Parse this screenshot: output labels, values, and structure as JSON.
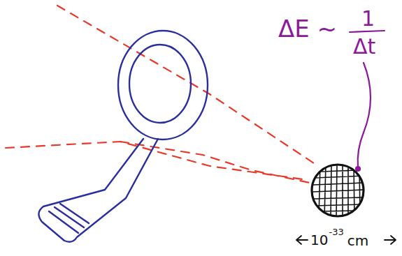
{
  "diagram": {
    "labels": [
      "ΔE ~",
      "1",
      "Δt",
      "10",
      "-33",
      "cm"
    ]
  }
}
